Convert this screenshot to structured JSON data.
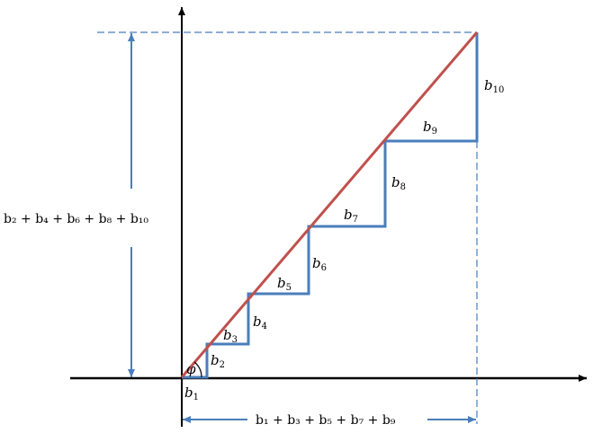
{
  "colors": {
    "steps": "#4a7ebb",
    "hypotenuse": "#c0504d",
    "axes": "#000000",
    "guides": "#4a7ebb"
  },
  "angle_label": "φ",
  "step_labels": [
    {
      "base": "b",
      "sub": "1"
    },
    {
      "base": "b",
      "sub": "2"
    },
    {
      "base": "b",
      "sub": "3"
    },
    {
      "base": "b",
      "sub": "4"
    },
    {
      "base": "b",
      "sub": "5"
    },
    {
      "base": "b",
      "sub": "6"
    },
    {
      "base": "b",
      "sub": "7"
    },
    {
      "base": "b",
      "sub": "8"
    },
    {
      "base": "b",
      "sub": "9"
    },
    {
      "base": "b",
      "sub": "10"
    }
  ],
  "vertical_sum_label": "b₂ + b₄ + b₆ + b₈ + b₁₀",
  "horizontal_sum_label": "b₁ + b₃ + b₅ + b₇ + b₉"
}
